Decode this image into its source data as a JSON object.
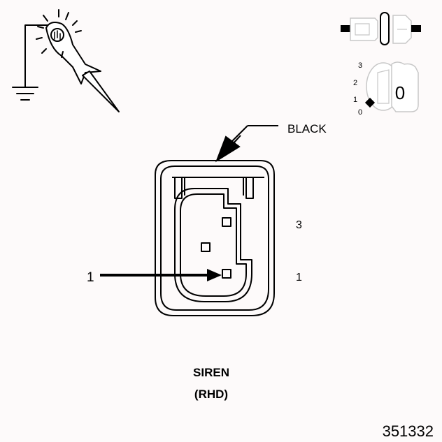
{
  "connector": {
    "color_label": "BLACK",
    "name": "SIREN",
    "variant": "(RHD)",
    "callout_number": "1",
    "pin_labels": [
      "3",
      "1"
    ]
  },
  "ignition_switch": {
    "key_label": "0",
    "positions": [
      "3",
      "2",
      "1",
      "0"
    ]
  },
  "figure_number": "351332",
  "colors": {
    "line": "#000000",
    "background": "#fdfafa",
    "fill": "#ffffff"
  },
  "icons": [
    "test-lamp-icon",
    "ground-icon",
    "disconnected-connector-icon",
    "ignition-key-icon"
  ]
}
